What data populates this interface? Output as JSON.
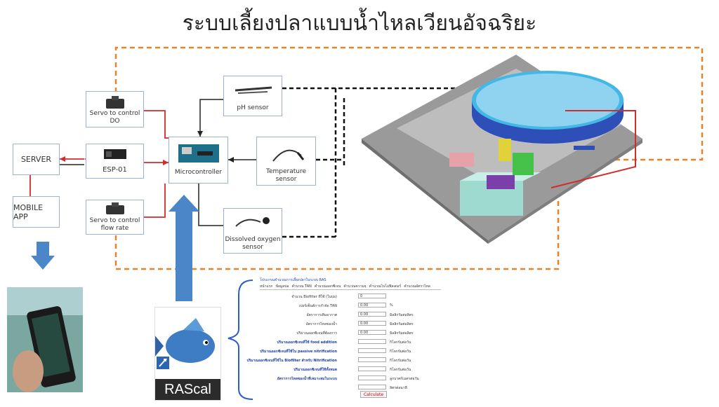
{
  "title": "ระบบเลี้ยงปลาแบบน้ำไหลเวียนอัจฉริยะ",
  "boxes": {
    "server": "SERVER",
    "mobile_app": "MOBILE APP",
    "esp": "ESP-01",
    "microcontroller": "Microcontroller",
    "servo_do": "Servo to control DO",
    "servo_flow": "Servo to control flow rate",
    "ph": "pH sensor",
    "temperature": "Temperature sensor",
    "dissolved": "Dissolved oxygen sensor"
  },
  "rascal": {
    "name": "RAScal"
  },
  "form": {
    "header": "โปรแกรมคำนวณการเลี้ยงปลาในระบบ RAS",
    "tabs": [
      "หน้าแรก",
      "ข้อมูลบ่อ",
      "คำนวณ TAN",
      "คำนวณออกซิเจน",
      "คำนวณความจุ",
      "คำนวณไบโอฟิลเตอร์",
      "คำนวณอัตราไหล"
    ],
    "rows": [
      {
        "label": "จำนวน Biofilter ที่ใช้ (ในบ่อ)",
        "value": "0",
        "unit": ""
      },
      {
        "label": "เปอร์เซ็นต์การกำจัด TAN",
        "value": "0.00",
        "unit": "%"
      },
      {
        "label": "อัตราการเติมอากาศ",
        "value": "0.00",
        "unit": "มิลลิกรัมต่อลิตร"
      },
      {
        "label": "อัตราการไหลของน้ำ",
        "value": "0.00",
        "unit": "มิลลิกรัมต่อลิตร"
      },
      {
        "label": "ปริมาณออกซิเจนที่ต้องการ",
        "value": "0.00",
        "unit": "มิลลิกรัมต่อลิตร"
      },
      {
        "label": "ปริมาณออกซิเจนที่ใช้ food addition",
        "value": "",
        "unit": "กิโลกรัมต่อวัน",
        "bold": true
      },
      {
        "label": "ปริมาณออกซิเจนที่ใช้ใน passive nitrification",
        "value": "",
        "unit": "กิโลกรัมต่อวัน",
        "bold": true
      },
      {
        "label": "ปริมาณออกซิเจนที่ใช้ใน Biofilter สำหรับ Nitrification",
        "value": "",
        "unit": "กิโลกรัมต่อวัน",
        "bold": true
      },
      {
        "label": "ปริมาณออกซิเจนที่ใช้ทั้งหมด",
        "value": "",
        "unit": "กิโลกรัมต่อวัน",
        "bold": true
      },
      {
        "label": "อัตราการไหลของน้ำที่เหมาะสมในระบบ",
        "value": "",
        "unit": "ลูกบาศก์เมตรต่อวัน",
        "bold": true
      },
      {
        "label": "",
        "value": "",
        "unit": "ลิตรต่อนาที"
      }
    ],
    "calculate": "Calculate"
  },
  "colors": {
    "orange": "#e8832a",
    "red": "#d42b2b",
    "blue_arrow": "#4a86c8",
    "black": "#111111",
    "box_border": "#9fb3cf",
    "tank": "#3b63c6"
  }
}
